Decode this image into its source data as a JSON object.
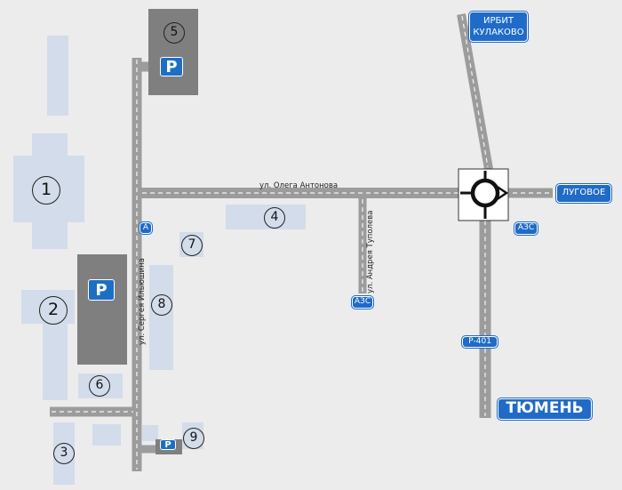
{
  "streets": {
    "oleg_antonov": "ул. Олега Антонова",
    "andrey_tupolev": "ул. Андрея Туполева",
    "sergey_ilyushin": "ул. Сергея Ильюшина"
  },
  "buildings": {
    "b1": "1",
    "b2": "2",
    "b3": "3",
    "b4": "4",
    "b5": "5",
    "b6": "6",
    "b7": "7",
    "b8": "8",
    "b9": "9"
  },
  "parking_label": "P",
  "signs": {
    "irbit_kulakovo_line1": "ИРБИТ",
    "irbit_kulakovo_line2": "КУЛАКОВО",
    "lugovoe": "ЛУГОВОЕ",
    "azs_east": "АЗС",
    "azs_tupolev": "АЗС",
    "road_r401": "Р-401",
    "road_a": "А",
    "tyumen": "ТЮМЕНЬ"
  },
  "colors": {
    "background": "#ececec",
    "road": "#9c9c9c",
    "road_dash": "#f5f5f5",
    "building": "#d3dcea",
    "parking_lot": "#7f7f7f",
    "sign_blue": "#1f6bc7"
  }
}
